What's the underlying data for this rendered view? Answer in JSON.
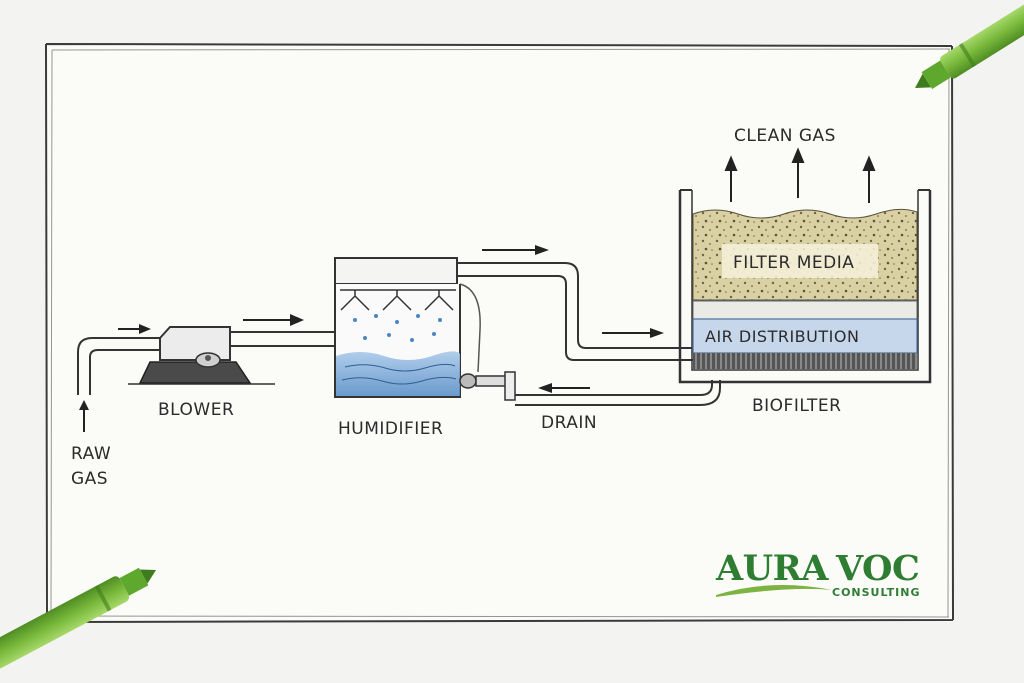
{
  "diagram": {
    "labels": {
      "raw_gas_line1": "RAW",
      "raw_gas_line2": "GAS",
      "blower": "BLOWER",
      "humidifier": "HUMIDIFIER",
      "drain": "DRAIN",
      "biofilter": "BIOFILTER",
      "clean_gas": "CLEAN GAS",
      "filter_media": "FILTER MEDIA",
      "air_distribution": "AIR DISTRIBUTION"
    }
  },
  "logo": {
    "name_part1": "AURA",
    "name_part2": "VOC",
    "tagline": "CONSULTING",
    "brand_color": "#2e7d32",
    "accent_color": "#7cb342"
  },
  "colors": {
    "paper": "#fbfbf8",
    "ink": "#2b2b2b",
    "water": "#6fa3d6",
    "filter_media": "#d8cfa3",
    "air_distribution": "#c9d9ec",
    "pen_green": "#7ac043"
  }
}
